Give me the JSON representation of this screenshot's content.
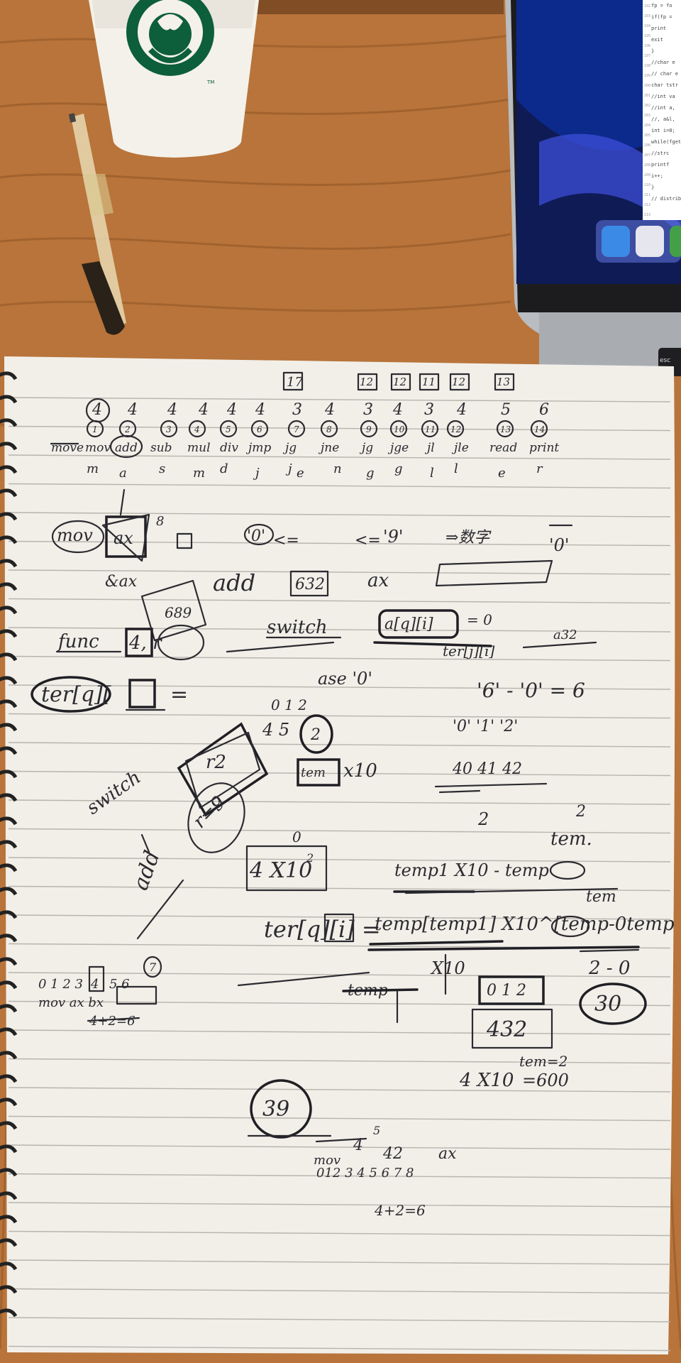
{
  "cup": {
    "logo": "Starbucks siren logo",
    "logo_mark": "TM"
  },
  "laptop": {
    "code_lines": [
      "fp = fo",
      "if(fp =",
      "print",
      "exit",
      "}",
      "//char e",
      "// char e",
      "char tstr",
      "//int va",
      "//int a,",
      "//, a&l,",
      "int i=0;",
      "while(fget",
      "//strc",
      "printf",
      "i++;",
      "}",
      "// distrib"
    ],
    "line_numbers": [
      "192",
      "193",
      "194",
      "195",
      "196",
      "197",
      "198",
      "199",
      "200",
      "201",
      "202",
      "203",
      "204",
      "205",
      "206",
      "207",
      "208",
      "209",
      "210",
      "211",
      "212",
      "213"
    ],
    "key_esc": "esc"
  },
  "notes": {
    "top_circles": [
      "17",
      "12",
      "12",
      "11",
      "12",
      "13"
    ],
    "arg_counts": [
      "4",
      "4",
      "4",
      "4",
      "4",
      "4",
      "3",
      "4",
      "3",
      "4",
      "3",
      "4",
      "5",
      "6"
    ],
    "op_numbers": [
      "1",
      "2",
      "3",
      "4",
      "5",
      "6",
      "7",
      "8",
      "9",
      "10",
      "11",
      "12",
      "13",
      "14"
    ],
    "opcodes": [
      "move",
      "mov",
      "add",
      "sub",
      "mul",
      "div",
      "jmp",
      "jg",
      "jne",
      "jg",
      "jge",
      "jl",
      "jle",
      "read",
      "print"
    ],
    "opcode_second": [
      "m",
      "a",
      "s",
      "m",
      "d",
      "j",
      "j",
      "e",
      "n",
      "g",
      "g",
      "l",
      "l",
      "e",
      "r"
    ],
    "line_mov": "mov",
    "line_ax": "ax",
    "eight": "8",
    "char_zero": "'0'",
    "leq": "<=",
    "le": "<=",
    "char_nine": "'9'",
    "arrow_note": "⇒数字",
    "char_zero2": "'0'",
    "ax_label": "&ax",
    "add_word": "add",
    "add_val": "632",
    "add_ax": "ax",
    "box689": "689",
    "func": "func",
    "func_args": "4, r",
    "switch_word": "switch",
    "case_expr": "a[q][i]",
    "equals_0": "= 0",
    "ter_expr": "ter[j][i]",
    "a32": "a32",
    "ter_q": "ter[q][",
    "ter_eq": "=",
    "ase_word": "ase '0'",
    "six_minus": "'6' - '0' = 6",
    "digits_012": "0 1 2",
    "digits_45": "4 5",
    "circle_2": "2",
    "chars_012": "'0'  '1'  '2'",
    "tem_label": "tem",
    "times_10": "x10",
    "nums_40": "40   41   42",
    "box_r2": "r2",
    "switch_side": "switch",
    "r_eq": "r=9",
    "add_vert": "add",
    "zero": "0",
    "box_4x10": "4 X10",
    "exp2": "2",
    "two_a": "2",
    "two_b": "2",
    "tem2": "tem.",
    "temp_line": "temp1 X10 - temp",
    "tem3": "tem",
    "ter_full": "ter[q][i] =",
    "temp_expr": "temp[temp1] X10^[temp-0temp",
    "x10_b": "X10",
    "two_minus": "2 - 0",
    "regs_top": "0 1 2 3",
    "reg4": "4",
    "regs_56": "5 6",
    "reg7": "7",
    "mov_ax_bx": "mov   ax   bx",
    "sum_426": "4+2=6",
    "temp_strike": "temp",
    "box_012": "0 1 2",
    "box_432": "432",
    "tem_eq2": "tem=2",
    "circle_30": "30",
    "big_4x10": "4 X10",
    "eq_600": "=600",
    "circle_39": "39",
    "small_5": "5",
    "row1": "4",
    "row1b": "42",
    "row1c": "ax",
    "mov_small": "mov",
    "row2": "012  3 4 5 6 7 8",
    "final_sum": "4+2=6"
  }
}
